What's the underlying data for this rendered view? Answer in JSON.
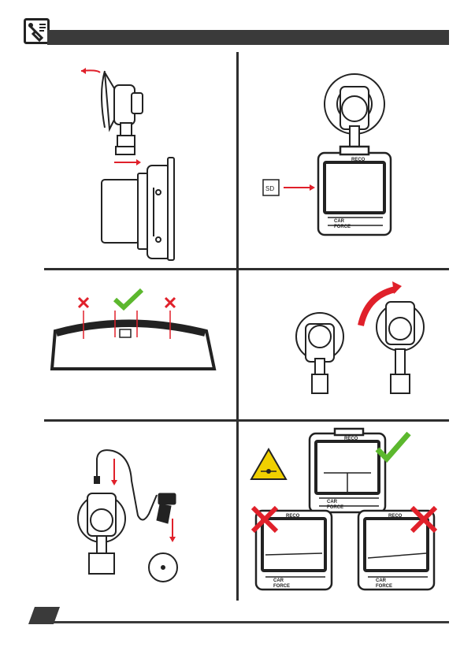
{
  "header": {
    "icon": "tools-manual-icon"
  },
  "panels": [
    {
      "id": "mount-attach",
      "icons": [
        "suction-mount-icon",
        "dashcam-side-icon",
        "arrow-icon"
      ]
    },
    {
      "id": "sd-card-insert",
      "card_label": "SD",
      "icons": [
        "microsd-card-icon",
        "dashcam-front-icon",
        "arrow-icon"
      ]
    },
    {
      "id": "windshield-position",
      "icons": [
        "windshield-icon",
        "check-icon",
        "cross-icon"
      ]
    },
    {
      "id": "suction-lock",
      "icons": [
        "suction-mount-icon",
        "rotate-arrow-icon"
      ]
    },
    {
      "id": "power-connect",
      "icons": [
        "usb-cable-icon",
        "car-charger-icon",
        "adhesive-disc-icon"
      ]
    },
    {
      "id": "angle-adjust",
      "icons": [
        "warning-triangle-icon",
        "dashcam-front-icon",
        "check-icon",
        "cross-icon"
      ]
    }
  ],
  "device": {
    "brand_top": "RECO",
    "brand_logo_line1": "CAR",
    "brand_logo_line2": "FORCE"
  },
  "colors": {
    "accent_red": "#e0202a",
    "check_green": "#5cb82e",
    "warning_yellow": "#f0d000",
    "frame": "#2e2e2e"
  }
}
